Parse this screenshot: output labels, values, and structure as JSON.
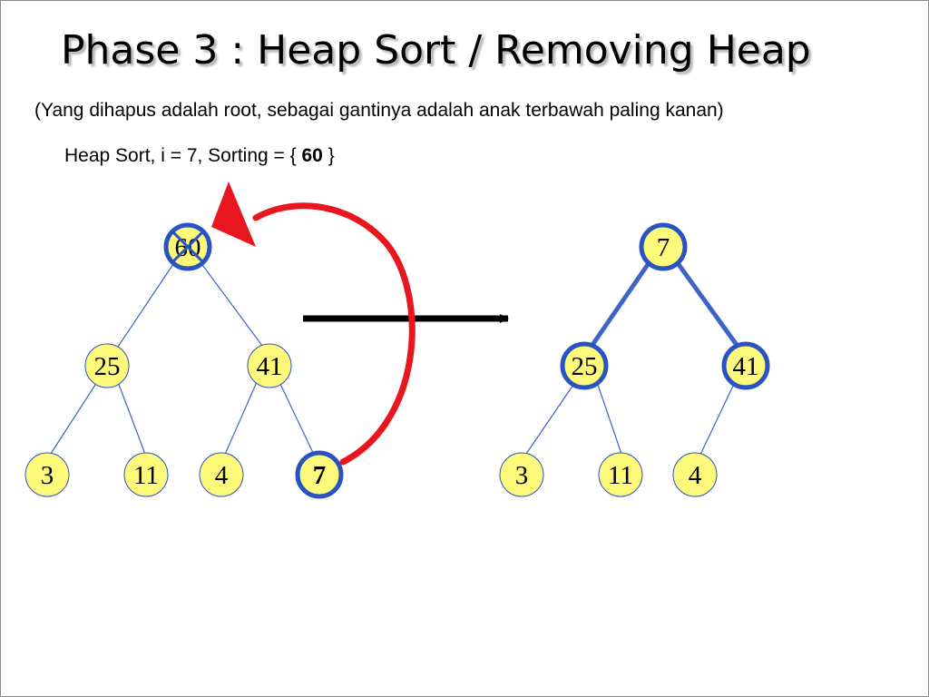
{
  "slide": {
    "title": "Phase 3 : Heap Sort / Removing Heap",
    "subtitle": "(Yang dihapus adalah root, sebagai gantinya adalah anak terbawah paling kanan)",
    "state_prefix": "Heap Sort, i = 7, Sorting = { ",
    "state_sorted": "60",
    "state_suffix": " }"
  },
  "colors": {
    "node_fill": "#fdf97a",
    "node_stroke": "#2a53c2",
    "edge": "#3f63c7",
    "arrow_move": "#e8171f",
    "arrow_transition": "#000000"
  },
  "before_heap": {
    "nodes": [
      {
        "id": "b0",
        "label": "60",
        "removed": true,
        "highlight": true
      },
      {
        "id": "b1",
        "label": "25"
      },
      {
        "id": "b2",
        "label": "41"
      },
      {
        "id": "b3",
        "label": "3"
      },
      {
        "id": "b4",
        "label": "11"
      },
      {
        "id": "b5",
        "label": "4"
      },
      {
        "id": "b6",
        "label": "7",
        "highlight": true,
        "bold": true
      }
    ]
  },
  "after_heap": {
    "nodes": [
      {
        "id": "a0",
        "label": "7",
        "highlight": true
      },
      {
        "id": "a1",
        "label": "25",
        "highlight": true
      },
      {
        "id": "a2",
        "label": "41",
        "highlight": true
      },
      {
        "id": "a3",
        "label": "3"
      },
      {
        "id": "a4",
        "label": "11"
      },
      {
        "id": "a5",
        "label": "4"
      }
    ]
  }
}
